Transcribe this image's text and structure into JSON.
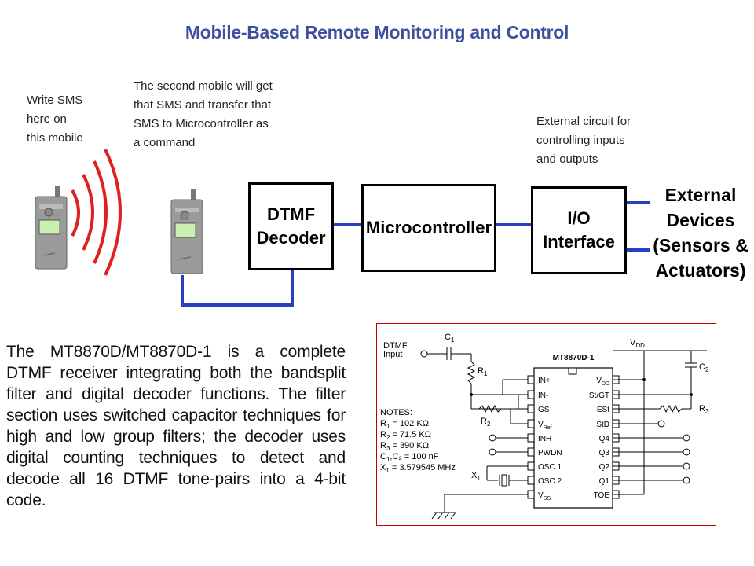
{
  "title": "Mobile-Based Remote Monitoring and Control",
  "notes": {
    "write_sms": "Write SMS\nhere on\nthis mobile",
    "second_mobile": "The second mobile will get\nthat SMS and transfer that\nSMS to Microcontroller as\na command",
    "external_circuit": "External circuit for\ncontrolling inputs\nand outputs"
  },
  "blocks": {
    "dtmf": "DTMF\nDecoder",
    "microcontroller": "Microcontroller",
    "io": "I/O\nInterface",
    "external_devices": "External\nDevices\n(Sensors &\nActuators)"
  },
  "description": "The MT8870D/MT8870D-1 is a complete DTMF receiver integrating both the bandsplit filter and digital decoder functions. The filter section uses switched capacitor techniques for high and low group filters; the decoder uses digital counting techniques to detect and decode all 16 DTMF tone-pairs into a 4-bit code.",
  "schematic": {
    "chip_name": "MT8870D-1",
    "input_label": "DTMF\nInput",
    "c1": "C",
    "c1_sub": "1",
    "c2": "C",
    "c2_sub": "2",
    "r1": "R",
    "r1_sub": "1",
    "r2": "R",
    "r2_sub": "2",
    "r3": "R",
    "r3_sub": "3",
    "x1": "X",
    "x1_sub": "1",
    "vdd": "V",
    "vdd_sub": "DD",
    "left_pins": [
      "IN+",
      "IN-",
      "GS",
      "V",
      "INH",
      "PWDN",
      "OSC 1",
      "OSC 2",
      "V"
    ],
    "vref_sub": "Ref",
    "vss_sub": "SS",
    "right_pins": [
      "V",
      "St/GT",
      "ESt",
      "StD",
      "Q4",
      "Q3",
      "Q2",
      "Q1",
      "TOE"
    ],
    "notes_title": "NOTES:",
    "notes": [
      {
        "name": "R",
        "sub": "1",
        "value": " = 102 KΩ"
      },
      {
        "name": "R",
        "sub": "2",
        "value": " = 71.5 KΩ"
      },
      {
        "name": "R",
        "sub": "3",
        "value": " = 390 KΩ"
      },
      {
        "name": "C",
        "sub": "1",
        "value": ",C₂ = 100 nF"
      },
      {
        "name": "X",
        "sub": "1",
        "value": " = 3.579545 MHz"
      }
    ]
  },
  "colors": {
    "title": "#3f4fa0",
    "link": "#2a3fbf",
    "frame": "#c00000",
    "wave": "#e02020",
    "phone": "#9a9a9a",
    "phone_screen": "#c9f0b0"
  }
}
